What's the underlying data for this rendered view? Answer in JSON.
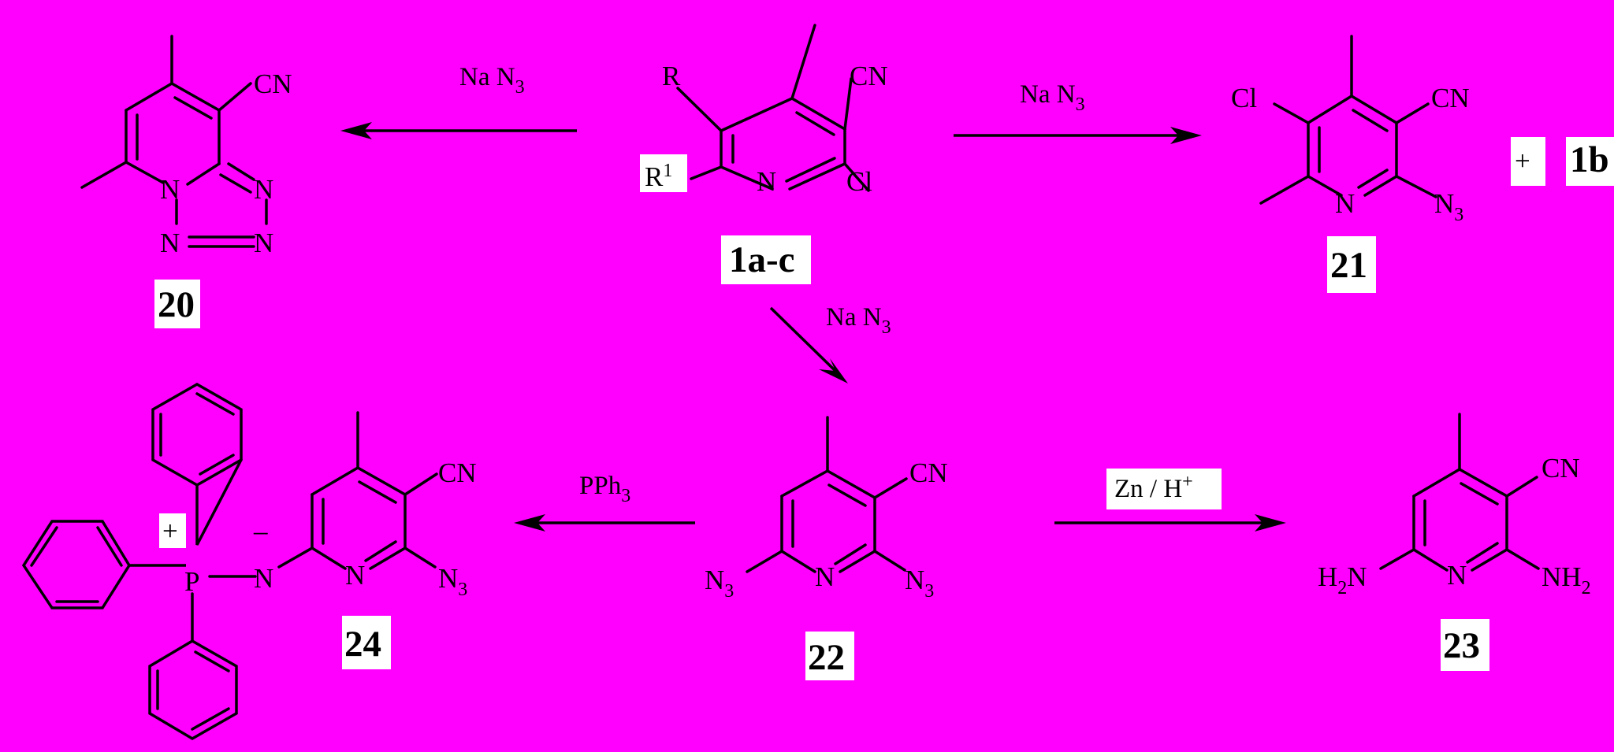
{
  "reagents": {
    "r_left": {
      "main": "Na N",
      "sub": "3"
    },
    "r_right": {
      "main": "Na N",
      "sub": "3"
    },
    "r_down": {
      "main": "Na N",
      "sub": "3"
    },
    "r_pph3": {
      "main": "PPh",
      "sub": "3"
    },
    "r_zn": {
      "main": "Zn / H",
      "sup": "+"
    }
  },
  "compounds": {
    "c1": {
      "label": "1a-c",
      "R": "R",
      "R1": "R",
      "R1_sup": "1",
      "CN": "CN",
      "Cl": "Cl",
      "N": "N"
    },
    "c20": {
      "label": "20",
      "CN": "CN",
      "N": "N"
    },
    "c21": {
      "label": "21",
      "Cl": "Cl",
      "CN": "CN",
      "N": "N",
      "N3": "N",
      "N3_sub": "3",
      "plus": "+",
      "side": "1b"
    },
    "c22": {
      "label": "22",
      "CN": "CN",
      "N": "N",
      "N3": "N",
      "N3_sub": "3"
    },
    "c23": {
      "label": "23",
      "CN": "CN",
      "N": "N",
      "NH2": "NH",
      "NH2_sub": "2",
      "H2N_H": "H",
      "H2N_sub": "2",
      "H2N_N": "N"
    },
    "c24": {
      "label": "24",
      "CN": "CN",
      "N": "N",
      "N3": "N",
      "N3_sub": "3",
      "P": "P",
      "plus": "+",
      "minus": "–"
    }
  }
}
